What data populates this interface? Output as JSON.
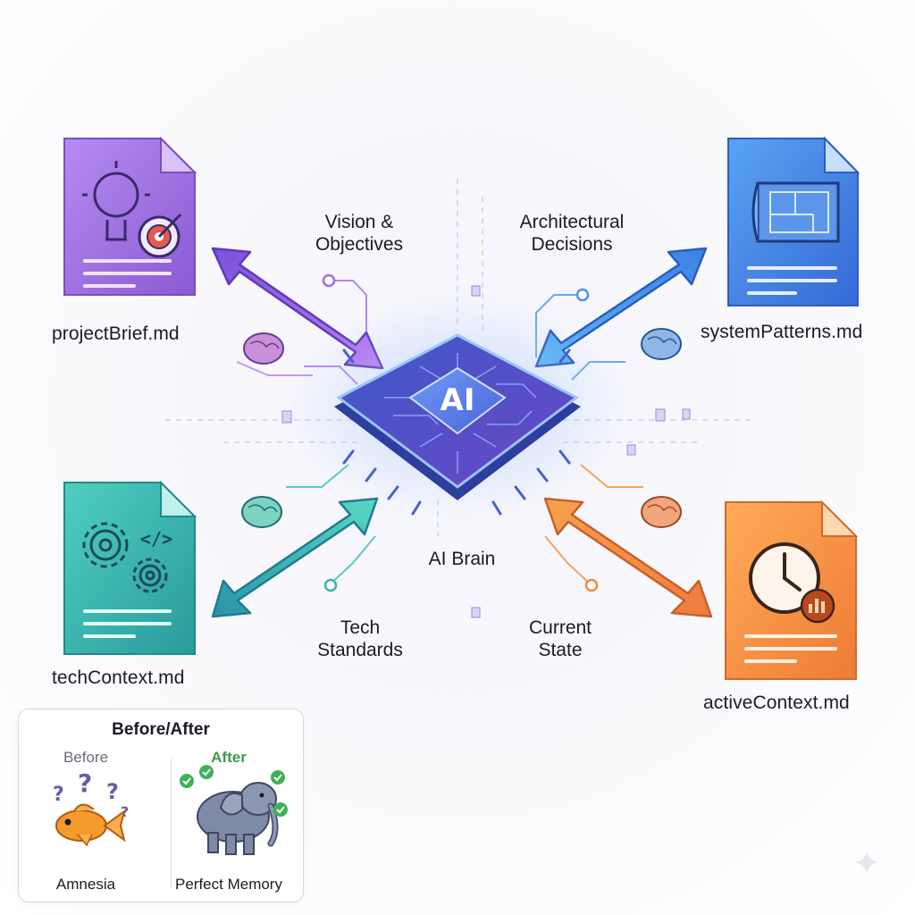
{
  "center": {
    "chip_text": "AI",
    "label": "AI Brain"
  },
  "files": {
    "top_left": {
      "name": "projectBrief.md",
      "color": "#9a6ad8"
    },
    "top_right": {
      "name": "systemPatterns.md",
      "color": "#3f7fdc"
    },
    "bottom_left": {
      "name": "techContext.md",
      "color": "#2fb0a4"
    },
    "bottom_right": {
      "name": "activeContext.md",
      "color": "#f08a3e"
    }
  },
  "arrows": {
    "top_left": {
      "line1": "Vision &",
      "line2": "Objectives"
    },
    "top_right": {
      "line1": "Architectural",
      "line2": "Decisions"
    },
    "bottom_left": {
      "line1": "Tech",
      "line2": "Standards"
    },
    "bottom_right": {
      "line1": "Current",
      "line2": "State"
    }
  },
  "before_after": {
    "title": "Before/After",
    "before": {
      "heading": "Before",
      "caption": "Amnesia",
      "glyphs": [
        "?",
        "?",
        "?",
        "?"
      ]
    },
    "after": {
      "heading": "After",
      "caption": "Perfect Memory"
    }
  },
  "icons": {
    "top_left_file": [
      "lightbulb-icon",
      "target-icon"
    ],
    "top_right_file": [
      "blueprint-icon"
    ],
    "bottom_left_file": [
      "gears-icon",
      "code-icon"
    ],
    "bottom_right_file": [
      "clock-icon",
      "chart-icon"
    ],
    "brain": "brain-icon",
    "before": "goldfish-icon",
    "after": "elephant-icon"
  }
}
